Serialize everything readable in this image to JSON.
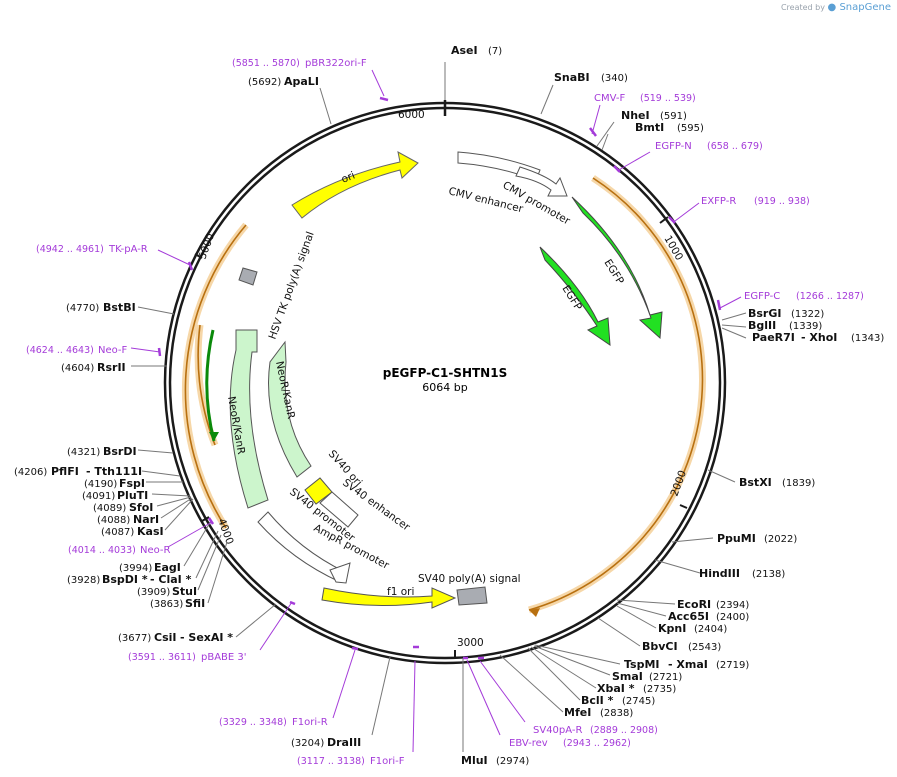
{
  "credit": {
    "prefix": "Created by",
    "brand": "SnapGene"
  },
  "plasmid": {
    "name": "pEGFP-C1-SHTN1S",
    "size": "6064 bp"
  },
  "ticks": [
    "1000",
    "2000",
    "3000",
    "4000",
    "5000",
    "6000"
  ],
  "features": [
    "ori",
    "CMV enhancer",
    "CMV promoter",
    "EGFP",
    "EGFP",
    "HSV TK poly(A) signal",
    "NeoR/KanR",
    "NeoR/KanR",
    "SV40 ori",
    "SV40 enhancer",
    "SV40 promoter",
    "AmpR promoter",
    "f1 ori",
    "SV40 poly(A) signal"
  ],
  "enzymes": [
    {
      "name": "AseI",
      "pos": "(7)"
    },
    {
      "name": "SnaBI",
      "pos": "(340)"
    },
    {
      "name": "NheI",
      "pos": "(591)"
    },
    {
      "name": "BmtI",
      "pos": "(595)"
    },
    {
      "name": "BsrGI",
      "pos": "(1322)"
    },
    {
      "name": "BglII",
      "pos": "(1339)"
    },
    {
      "name": "PaeR7I",
      "name2": "- XhoI",
      "pos": "(1343)"
    },
    {
      "name": "BstXI",
      "pos": "(1839)"
    },
    {
      "name": "PpuMI",
      "pos": "(2022)"
    },
    {
      "name": "HindIII",
      "pos": "(2138)"
    },
    {
      "name": "EcoRI",
      "pos": "(2394)"
    },
    {
      "name": "Acc65I",
      "pos": "(2400)"
    },
    {
      "name": "KpnI",
      "pos": "(2404)"
    },
    {
      "name": "BbvCI",
      "pos": "(2543)"
    },
    {
      "name": "TspMI",
      "name2": "- XmaI",
      "pos": "(2719)"
    },
    {
      "name": "SmaI",
      "pos": "(2721)"
    },
    {
      "name": "XbaI *",
      "pos": "(2735)"
    },
    {
      "name": "BclI *",
      "pos": "(2745)"
    },
    {
      "name": "MfeI",
      "pos": "(2838)"
    },
    {
      "name": "MluI",
      "pos": "(2974)"
    },
    {
      "name": "DraIII",
      "pos": "(3204)"
    },
    {
      "name": "CsiI",
      "name2": "- SexAI *",
      "pos": "(3677)"
    },
    {
      "name": "SfiI",
      "pos": "(3863)"
    },
    {
      "name": "StuI",
      "pos": "(3909)"
    },
    {
      "name": "BspDI *",
      "name2": "- ClaI *",
      "pos": "(3928)"
    },
    {
      "name": "EagI",
      "pos": "(3994)"
    },
    {
      "name": "KasI",
      "pos": "(4087)"
    },
    {
      "name": "NarI",
      "pos": "(4088)"
    },
    {
      "name": "SfoI",
      "pos": "(4089)"
    },
    {
      "name": "PluTI",
      "pos": "(4091)"
    },
    {
      "name": "FspI",
      "pos": "(4190)"
    },
    {
      "name": "PflFI",
      "name2": "- Tth111I",
      "pos": "(4206)"
    },
    {
      "name": "BsrDI",
      "pos": "(4321)"
    },
    {
      "name": "RsrII",
      "pos": "(4604)"
    },
    {
      "name": "BstBI",
      "pos": "(4770)"
    },
    {
      "name": "ApaLI",
      "pos": "(5692)"
    }
  ],
  "primers": [
    {
      "name": "pBR322ori-F",
      "range": "(5851 .. 5870)"
    },
    {
      "name": "CMV-F",
      "range": "(519 .. 539)"
    },
    {
      "name": "EGFP-N",
      "range": "(658 .. 679)"
    },
    {
      "name": "EXFP-R",
      "range": "(919 .. 938)"
    },
    {
      "name": "EGFP-C",
      "range": "(1266 .. 1287)"
    },
    {
      "name": "SV40pA-R",
      "range": "(2889 .. 2908)"
    },
    {
      "name": "EBV-rev",
      "range": "(2943 .. 2962)"
    },
    {
      "name": "F1ori-F",
      "range": "(3117 .. 3138)"
    },
    {
      "name": "F1ori-R",
      "range": "(3329 .. 3348)"
    },
    {
      "name": "pBABE 3'",
      "range": "(3591 .. 3611)"
    },
    {
      "name": "Neo-R",
      "range": "(4014 .. 4033)"
    },
    {
      "name": "Neo-F",
      "range": "(4624 .. 4643)"
    },
    {
      "name": "TK-pA-R",
      "range": "(4942 .. 4961)"
    }
  ],
  "colors": {
    "backbone": "#1a1a1a",
    "primer": "#a43bd9",
    "egfp": "#22e022",
    "ori": "#ffff00",
    "neo": "#ccf5cc",
    "insert": "#f0a030",
    "polya": "#a9acb2"
  }
}
